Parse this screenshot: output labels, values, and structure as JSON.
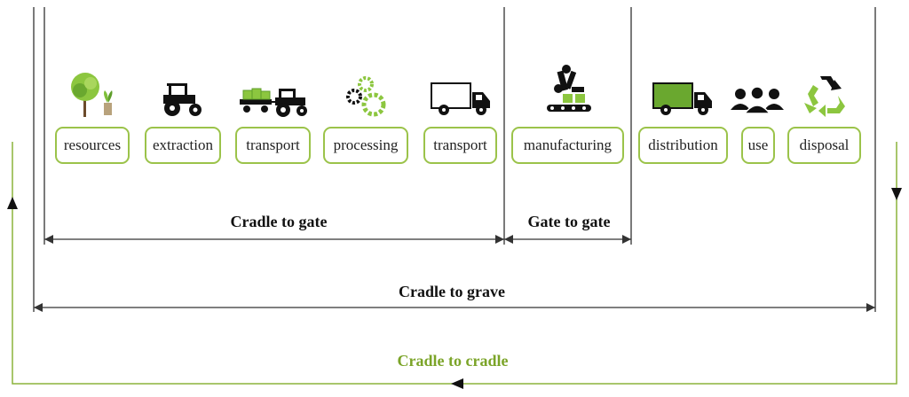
{
  "stages": [
    {
      "label": "resources",
      "icon": "tree-icon"
    },
    {
      "label": "extraction",
      "icon": "tractor-icon"
    },
    {
      "label": "transport",
      "icon": "tractor-trailer-icon"
    },
    {
      "label": "processing",
      "icon": "gears-icon"
    },
    {
      "label": "transport",
      "icon": "truck-icon"
    },
    {
      "label": "manufacturing",
      "icon": "robot-arm-icon"
    },
    {
      "label": "distribution",
      "icon": "delivery-truck-icon"
    },
    {
      "label": "use",
      "icon": "people-icon"
    },
    {
      "label": "disposal",
      "icon": "recycle-icon"
    }
  ],
  "spans": {
    "cradle_to_gate": "Cradle to gate",
    "gate_to_gate": "Gate to gate",
    "cradle_to_grave": "Cradle to grave",
    "cradle_to_cradle": "Cradle to cradle"
  },
  "colors": {
    "green": "#9bc34a",
    "dark_green": "#7ba428",
    "line": "#333333"
  }
}
